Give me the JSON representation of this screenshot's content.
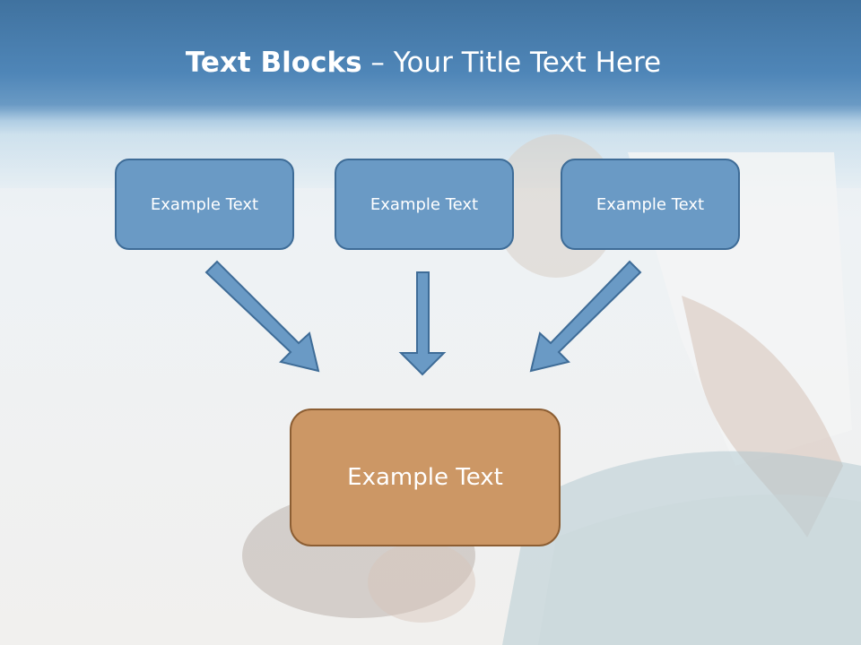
{
  "slide": {
    "title_bold": "Text Blocks",
    "title_rest": " – Your Title Text Here"
  },
  "diagram": {
    "blocks": [
      {
        "label": "Example Text"
      },
      {
        "label": "Example Text"
      },
      {
        "label": "Example Text"
      }
    ],
    "target": {
      "label": "Example Text"
    }
  },
  "colors": {
    "header": "#4f86b8",
    "blue_box_fill": "#6a9ac5",
    "blue_box_border": "#3e6c97",
    "orange_box_fill": "#cc9765",
    "orange_box_border": "#8c5e33",
    "arrow_fill": "#6a9ac5"
  }
}
